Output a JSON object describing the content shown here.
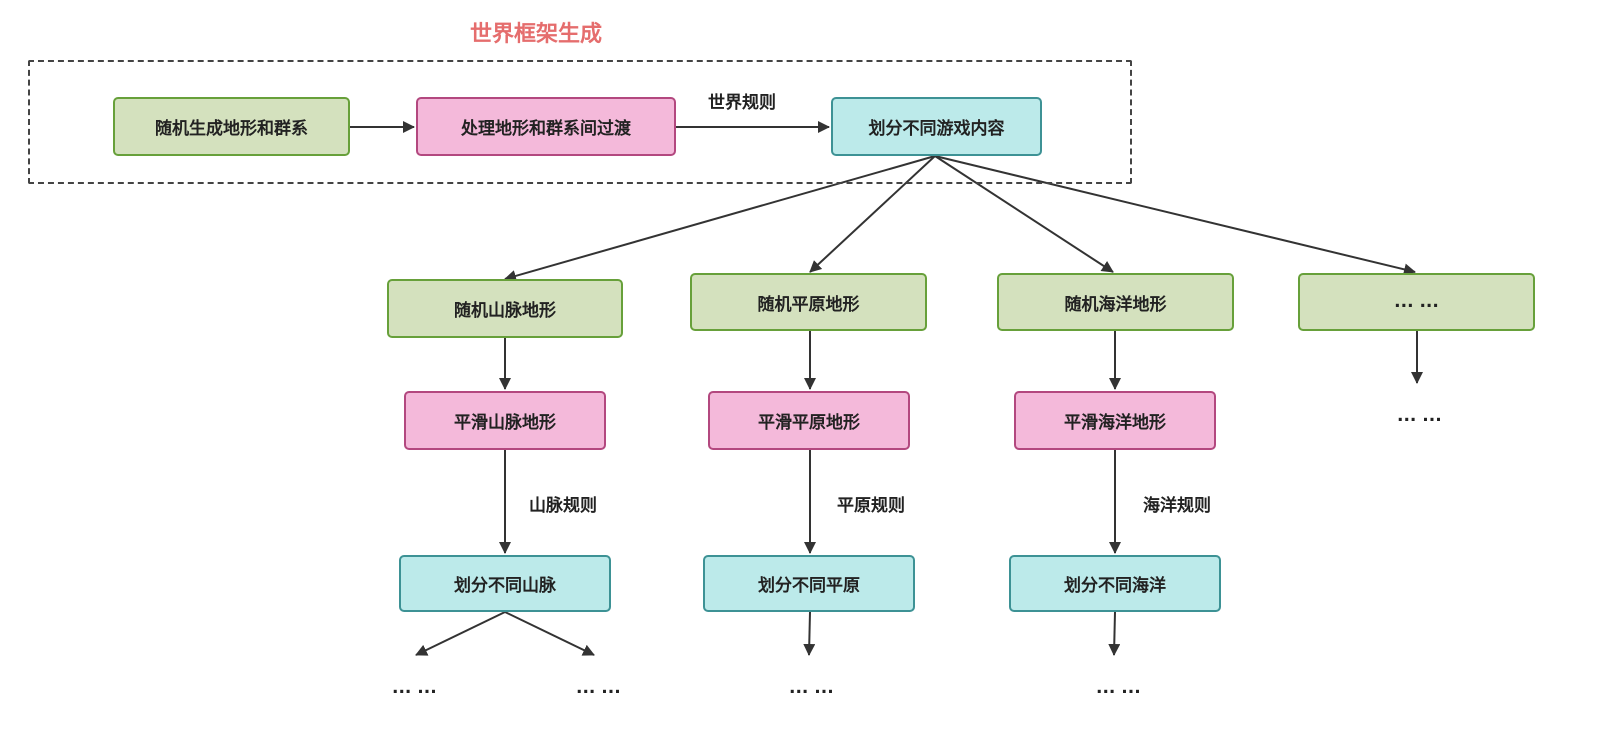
{
  "title": "世界框架生成",
  "top_row": {
    "gen": "随机生成地形和群系",
    "process": "处理地形和群系间过渡",
    "divide": "划分不同游戏内容",
    "edge_label": "世界规则"
  },
  "branches": [
    {
      "random": "随机山脉地形",
      "smooth": "平滑山脉地形",
      "rule": "山脉规则",
      "divide": "划分不同山脉"
    },
    {
      "random": "随机平原地形",
      "smooth": "平滑平原地形",
      "rule": "平原规则",
      "divide": "划分不同平原"
    },
    {
      "random": "随机海洋地形",
      "smooth": "平滑海洋地形",
      "rule": "海洋规则",
      "divide": "划分不同海洋"
    },
    {
      "random": "... ..."
    }
  ],
  "ellipsis": "... ...",
  "colors": {
    "title": "#e56d6d",
    "green_fill": "#d4e1be",
    "green_border": "#67a03a",
    "pink_fill": "#f4b9da",
    "pink_border": "#b3487f",
    "cyan_fill": "#bceaea",
    "cyan_border": "#3d9295",
    "edge": "#333333"
  }
}
